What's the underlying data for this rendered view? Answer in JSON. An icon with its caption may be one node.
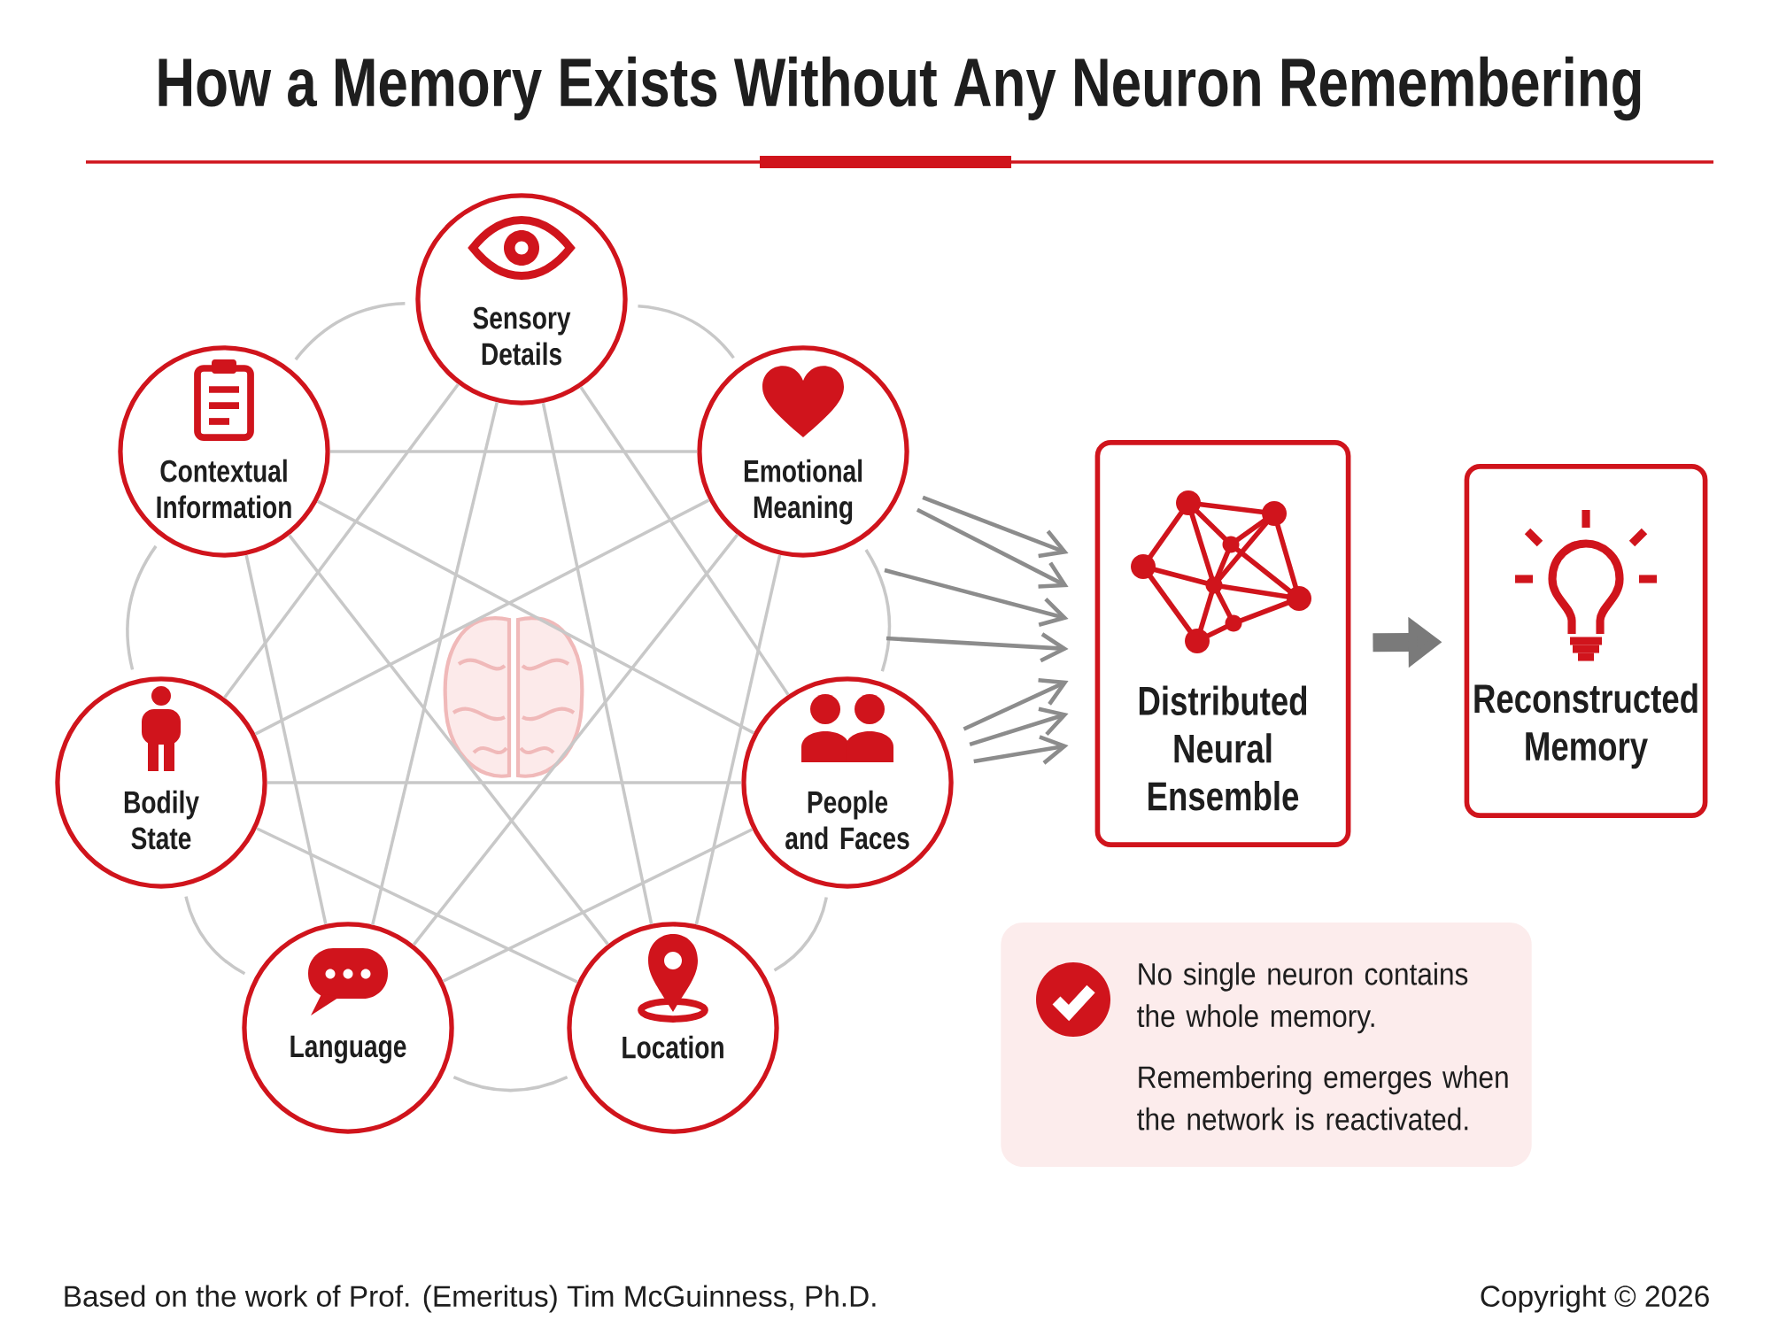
{
  "diagram": {
    "title": "How a Memory Exists Without Any Neuron Remembering",
    "nodes": [
      {
        "text": [
          "Sensory Details"
        ]
      },
      {
        "text": [
          "Contextual Information"
        ]
      },
      {
        "text": [
          "Emotional Meaning"
        ]
      },
      {
        "text": [
          "Bodily State"
        ]
      },
      {
        "text": [
          "People and Faces"
        ]
      },
      {
        "text": [
          "Language"
        ]
      },
      {
        "text": [
          "Location"
        ]
      },
      {
        "text": [
          "Distributed Neural Ensemble"
        ]
      },
      {
        "text": [
          "Reconstructed Memory"
        ]
      },
      {
        "text": [
          "No single neuron contains the whole memory.",
          "Remembering emerges when the network is reactivated."
        ]
      }
    ],
    "edges": [
      {
        "from": 0,
        "to": 2,
        "arrow": "none"
      },
      {
        "from": 2,
        "to": 4,
        "arrow": "none"
      },
      {
        "from": 4,
        "to": 6,
        "arrow": "none"
      },
      {
        "from": 6,
        "to": 5,
        "arrow": "none"
      },
      {
        "from": 5,
        "to": 3,
        "arrow": "none"
      },
      {
        "from": 3,
        "to": 1,
        "arrow": "none"
      },
      {
        "from": 1,
        "to": 0,
        "arrow": "none"
      },
      {
        "from": 0,
        "to": 4,
        "arrow": "none"
      },
      {
        "from": 0,
        "to": 6,
        "arrow": "none"
      },
      {
        "from": 0,
        "to": 5,
        "arrow": "none"
      },
      {
        "from": 0,
        "to": 3,
        "arrow": "none"
      },
      {
        "from": 2,
        "to": 6,
        "arrow": "none"
      },
      {
        "from": 2,
        "to": 5,
        "arrow": "none"
      },
      {
        "from": 2,
        "to": 3,
        "arrow": "none"
      },
      {
        "from": 2,
        "to": 1,
        "arrow": "none"
      },
      {
        "from": 4,
        "to": 5,
        "arrow": "none"
      },
      {
        "from": 4,
        "to": 3,
        "arrow": "none"
      },
      {
        "from": 4,
        "to": 1,
        "arrow": "none"
      },
      {
        "from": 6,
        "to": 3,
        "arrow": "none"
      },
      {
        "from": 6,
        "to": 1,
        "arrow": "none"
      },
      {
        "from": 5,
        "to": 1,
        "arrow": "none"
      },
      {
        "from": 2,
        "to": 7,
        "arrow": "to",
        "color": "#8c8c8c"
      },
      {
        "from": 2,
        "to": 7,
        "arrow": "to",
        "color": "#8c8c8c"
      },
      {
        "from": null,
        "to": 7,
        "arrow": "to",
        "color": "#8c8c8c"
      },
      {
        "from": null,
        "to": 7,
        "arrow": "to",
        "color": "#8c8c8c"
      },
      {
        "from": 4,
        "to": 7,
        "arrow": "to",
        "color": "#8c8c8c"
      },
      {
        "from": 4,
        "to": 7,
        "arrow": "to",
        "color": "#8c8c8c"
      },
      {
        "from": 4,
        "to": 7,
        "arrow": "to",
        "color": "#8c8c8c"
      },
      {
        "from": 7,
        "to": 8,
        "arrow": "to",
        "style": "thick",
        "color": "#7a7a7a"
      }
    ],
    "labels": [
      "Based on the work of Prof. (Emeritus) Tim McGuinness, Ph.D.",
      "Copyright © 2026"
    ]
  }
}
